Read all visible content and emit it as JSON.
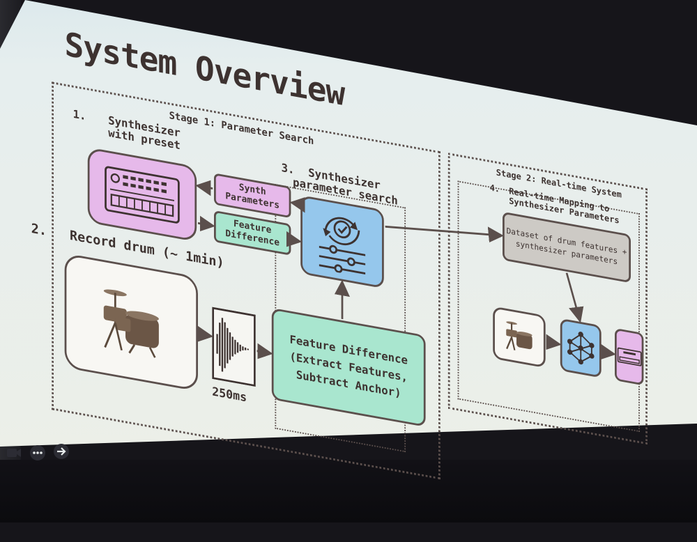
{
  "slide": {
    "title": "System Overview",
    "stage1": {
      "label": "Stage 1: Parameter Search",
      "step1": {
        "number": "1.",
        "line1": "Synthesizer",
        "line2": "with preset"
      },
      "synth_params": {
        "line1": "Synth",
        "line2": "Parameters"
      },
      "feature_diff_small": {
        "line1": "Feature",
        "line2": "Difference"
      },
      "step2": {
        "number": "2.",
        "text": "Record drum (~ 1min)"
      },
      "step3": {
        "number": "3.",
        "line1": "Synthesizer",
        "line2": "parameter search"
      },
      "waveform_label": "250ms",
      "feature_diff_big": {
        "line1": "Feature Difference",
        "line2": "(Extract Features,",
        "line3": "Subtract Anchor)"
      }
    },
    "stage2": {
      "label": "Stage 2: Real-time System",
      "step4": {
        "number": "4.",
        "line1": "Real-time Mapping to",
        "line2": "Synthesizer Parameters"
      },
      "dataset": {
        "line1": "Dataset of drum features +",
        "line2": "synthesizer parameters"
      }
    }
  },
  "controls": {
    "icons": [
      "camera-icon",
      "more-icon",
      "next-arrow-icon"
    ],
    "colors": {
      "dark": "#3d3230",
      "pink": "#e6b9ea",
      "teal": "#a9e6cf",
      "blue": "#95c7ec",
      "gray": "#cdcac5"
    }
  }
}
